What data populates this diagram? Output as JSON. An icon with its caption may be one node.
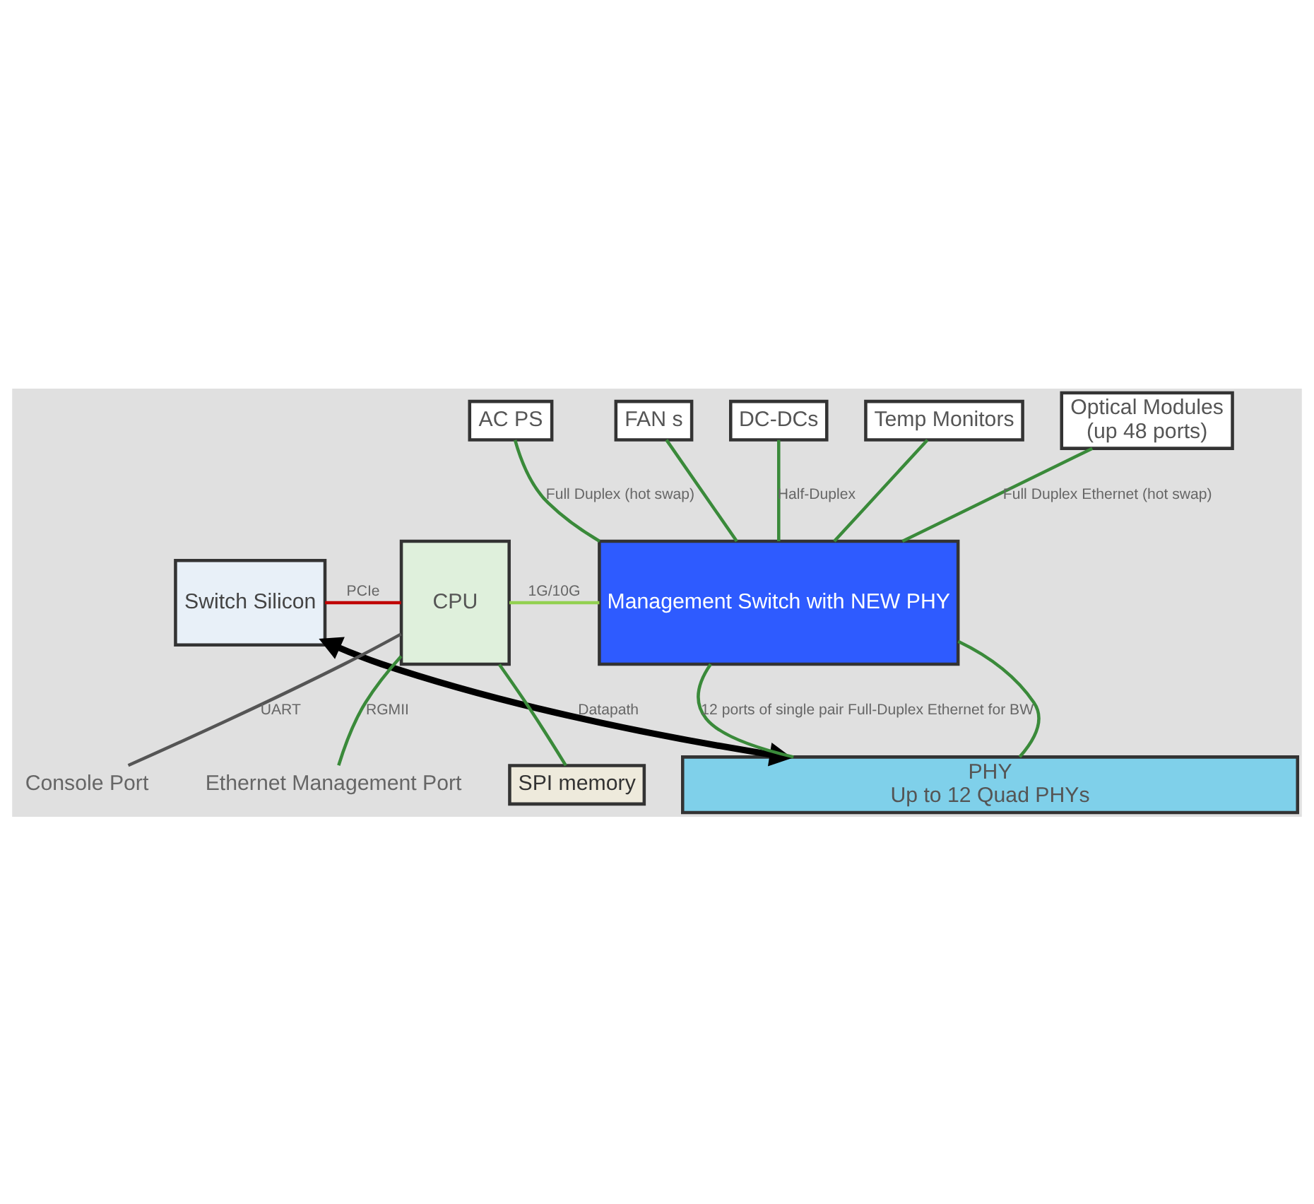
{
  "diagram": {
    "nodes": [
      {
        "text": [
          "AC PS"
        ]
      },
      {
        "text": [
          "FAN s"
        ]
      },
      {
        "text": [
          "DC-DCs"
        ]
      },
      {
        "text": [
          "Temp Monitors"
        ]
      },
      {
        "text": [
          "Optical Modules",
          "(up 48 ports)"
        ]
      },
      {
        "text": [
          "Switch Silicon"
        ]
      },
      {
        "text": [
          "CPU"
        ]
      },
      {
        "text": [
          "Management Switch with NEW PHY"
        ]
      },
      {
        "text": [
          "SPI memory"
        ]
      },
      {
        "text": [
          "PHY",
          "Up to 12 Quad PHYs"
        ]
      },
      {
        "text": [
          "Ethernet Management Port"
        ]
      },
      {
        "text": [
          "Console Port"
        ]
      }
    ],
    "edges": [
      {
        "from": 0,
        "to": 7,
        "arrow": "none",
        "label": "Full Duplex (hot swap)"
      },
      {
        "from": 1,
        "to": 7,
        "arrow": "none"
      },
      {
        "from": 2,
        "to": 7,
        "arrow": "none",
        "label": "Half-Duplex"
      },
      {
        "from": 3,
        "to": 7,
        "arrow": "none"
      },
      {
        "from": 4,
        "to": 7,
        "arrow": "none",
        "label": "Full Duplex Ethernet (hot swap)"
      },
      {
        "from": 5,
        "to": 6,
        "arrow": "none",
        "label": "PCIe",
        "color": "#c00000"
      },
      {
        "from": 6,
        "to": 7,
        "arrow": "none",
        "label": "1G/10G",
        "color": "#92d050"
      },
      {
        "from": 10,
        "to": 6,
        "arrow": "none",
        "label": "RGMII"
      },
      {
        "from": 6,
        "to": 11,
        "arrow": "none",
        "label": "UART",
        "color": "#555555"
      },
      {
        "from": 6,
        "to": 8,
        "arrow": "none"
      },
      {
        "from": 5,
        "to": 9,
        "arrow": "both",
        "label": "Datapath",
        "style": "thick",
        "color": "#000000"
      },
      {
        "from": 7,
        "to": 9,
        "arrow": "none",
        "label": "12 ports of single pair Full-Duplex Ethernet for BW"
      },
      {
        "from": 7,
        "to": 9,
        "arrow": "none"
      }
    ]
  }
}
